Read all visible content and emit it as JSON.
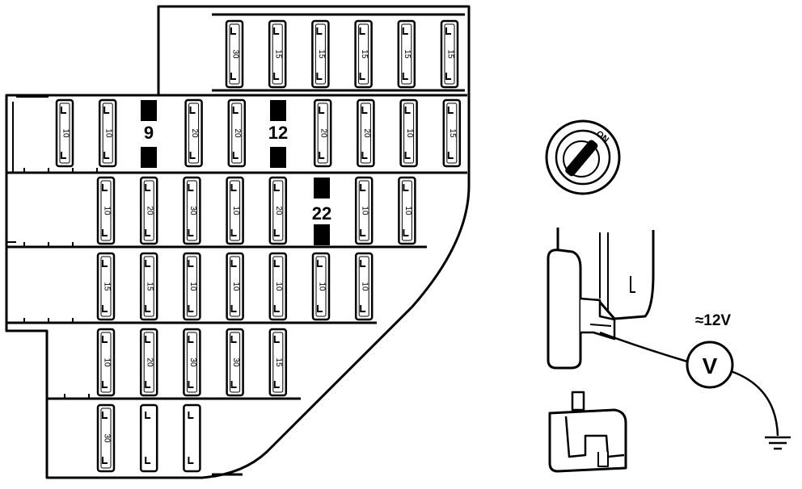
{
  "fuse_box": {
    "rows": [
      {
        "ratings": [
          "30",
          "15",
          "15",
          "15",
          "15",
          "15"
        ]
      },
      {
        "ratings": [
          "10",
          "10",
          "",
          "20",
          "20",
          "",
          "20",
          "20",
          "10",
          "15"
        ]
      },
      {
        "ratings": [
          "10",
          "20",
          "30",
          "10",
          "20",
          "",
          "10",
          "10"
        ]
      },
      {
        "ratings": [
          "15",
          "15",
          "10",
          "10",
          "10",
          "10",
          "10"
        ]
      },
      {
        "ratings": [
          "10",
          "20",
          "30",
          "30",
          "15"
        ]
      },
      {
        "ratings": [
          "30",
          "",
          ""
        ]
      }
    ],
    "highlighted": [
      {
        "label": "9"
      },
      {
        "label": "12"
      },
      {
        "label": "22"
      }
    ]
  },
  "ignition": {
    "on_label": "ON"
  },
  "voltmeter": {
    "symbol": "V",
    "reading": "≈12V"
  }
}
